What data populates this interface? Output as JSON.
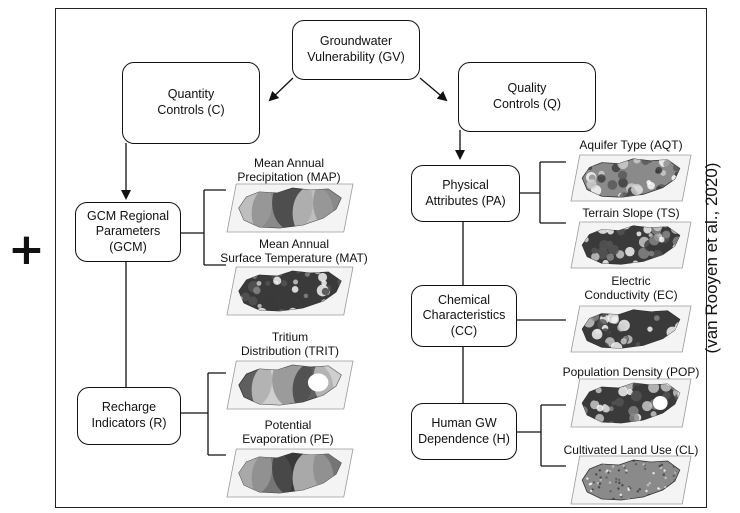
{
  "plus_sign": "+",
  "citation": "(van Rooyen et al., 2020)",
  "nodes": {
    "gv": [
      "Groundwater",
      "Vulnerability (GV)"
    ],
    "c": [
      "Quantity",
      "Controls (C)"
    ],
    "q": [
      "Quality",
      "Controls (Q)"
    ],
    "gcm": [
      "GCM Regional",
      "Parameters (GCM)"
    ],
    "r": [
      "Recharge",
      "Indicators (R)"
    ],
    "pa": [
      "Physical",
      "Attributes (PA)"
    ],
    "cc": [
      "Chemical",
      "Characteristics",
      "(CC)"
    ],
    "h": [
      "Human GW",
      "Dependence (H)"
    ]
  },
  "leaves": {
    "map_label": [
      "Mean Annual",
      "Precipitation (MAP)"
    ],
    "mat_label": [
      "Mean Annual",
      "Surface Temperature (MAT)"
    ],
    "trit_label": [
      "Tritium",
      "Distribution (TRIT)"
    ],
    "pe_label": [
      "Potential",
      "Evaporation (PE)"
    ],
    "aqt_label": [
      "Aquifer Type (AQT)"
    ],
    "ts_label": [
      "Terrain Slope (TS)"
    ],
    "ec_label": [
      "Electric",
      "Conductivity (EC)"
    ],
    "pop_label": [
      "Population Density (POP)"
    ],
    "cl_label": [
      "Cultivated Land Use (CL)"
    ]
  },
  "map_icons": [
    "precipitation-map-icon",
    "temperature-map-icon",
    "tritium-map-icon",
    "evaporation-map-icon",
    "aquifer-map-icon",
    "slope-map-icon",
    "conductivity-map-icon",
    "population-map-icon",
    "landuse-map-icon"
  ],
  "colors": {
    "line": "#111111",
    "map_dark": "#3a3a3a",
    "map_mid": "#8a8a8a",
    "map_light": "#cfcfcf"
  }
}
